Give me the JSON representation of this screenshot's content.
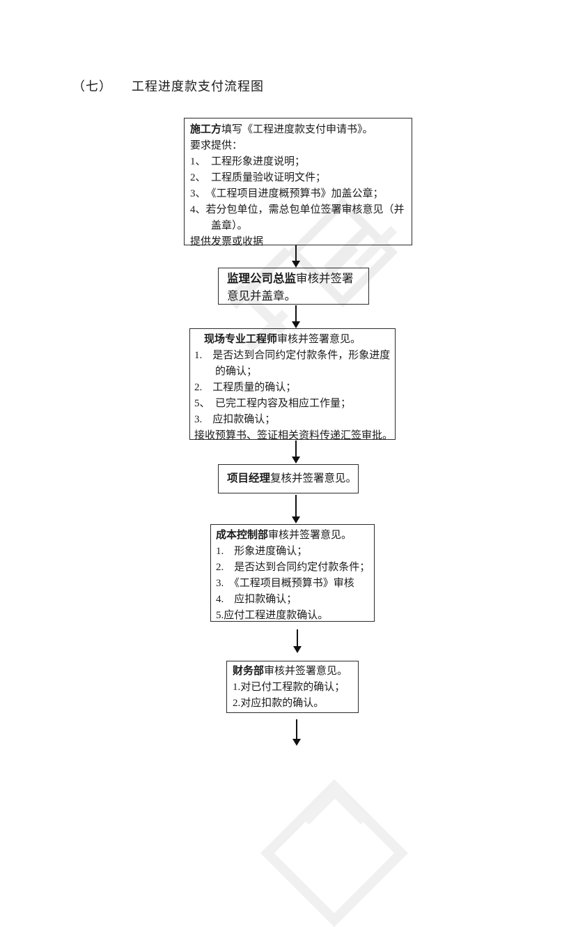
{
  "page": {
    "title_prefix": "（七）",
    "title_text": "工程进度款支付流程图"
  },
  "colors": {
    "ink": "#1b1b1b",
    "box_border": "#2a2a2a",
    "arrow": "#111111",
    "watermark": "#ededed",
    "background": "#ffffff"
  },
  "flowchart": {
    "boxes": [
      {
        "name": "contractor-application",
        "heading_bold": "施工方",
        "heading_rest": "填写《工程进度款支付申请书》。",
        "body": "要求提供：\n1、　工程形象进度说明；\n2、　工程质量验收证明文件；\n3、　《工程项目进度概预算书》加盖公章；\n4、若分包单位，需总包单位签署审核意见（并\n　　盖章）。\n提供发票或收据"
      },
      {
        "name": "supervision-company-director",
        "heading_bold": "监理公司总监",
        "heading_rest": "审核并签署意见并盖章。",
        "body": ""
      },
      {
        "name": "site-professional-engineer",
        "heading_bold": "现场专业工程师",
        "heading_rest": "审核并签署意见。",
        "body": "1.　是否达到合同约定付款条件，形象进度\n　　的确认；\n2.　工程质量的确认；\n5、　已完工程内容及相应工作量；\n3.　应扣款确认；\n接收预算书、签证相关资料传递汇签审批。"
      },
      {
        "name": "project-manager",
        "heading_bold": "项目经理",
        "heading_rest": "复核并签署意见。",
        "body": ""
      },
      {
        "name": "cost-control-department",
        "heading_bold": "成本控制部",
        "heading_rest": "审核并签署意见。",
        "body": "1.　形象进度确认；\n2.　是否达到合同约定付款条件；\n3.　《工程项目概预算书》审核\n4.　应扣款确认；\n5.应付工程进度款确认。"
      },
      {
        "name": "finance-department",
        "heading_bold": "财务部",
        "heading_rest": "审核并签署意见。",
        "body": "1.对已付工程款的确认；\n2.对应扣款的确认。"
      }
    ]
  }
}
